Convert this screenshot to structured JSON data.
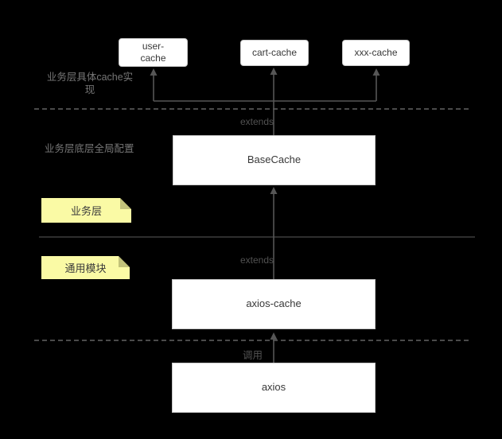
{
  "colors": {
    "background": "#000000",
    "node_fill": "#ffffff",
    "node_border": "#c9c9c9",
    "node_text": "#383838",
    "connector": "#565656",
    "divider_solid": "#3d3d3d",
    "divider_dashed": "#4a4a4a",
    "caption_text": "#767676",
    "edge_label_text": "#525252",
    "note_fill": "#fafaa5",
    "note_fold": "#c2c27a",
    "note_text": "#3b3b3b"
  },
  "nodes": {
    "user_cache": "user-\ncache",
    "cart_cache": "cart-cache",
    "xxx_cache": "xxx-cache",
    "base_cache": "BaseCache",
    "axios_cache": "axios-cache",
    "axios": "axios"
  },
  "captions": {
    "business_cache_impl": "业务层具体cache实\n现",
    "business_global_config": "业务层底层全局配置"
  },
  "edge_labels": {
    "extends_top": "extends",
    "extends_bottom": "extends",
    "call": "调用"
  },
  "notes": {
    "business_layer": "业务层",
    "common_module": "通用模块"
  }
}
